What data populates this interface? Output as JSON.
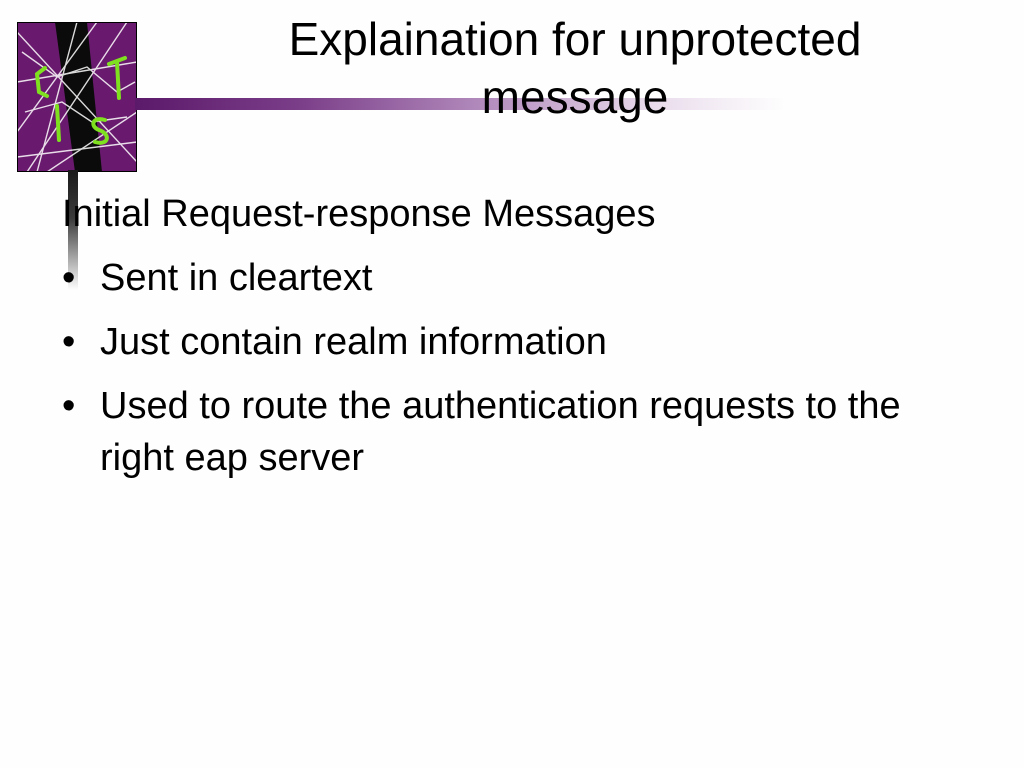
{
  "slide": {
    "title_lines": [
      "Explaination for unprotected",
      "message"
    ],
    "lead": "Initial Request-response Messages",
    "bullets": [
      "Sent in cleartext",
      "Just contain realm information",
      "Used to route the authentication requests to the right eap server"
    ],
    "bullet_glyph": "•"
  },
  "logo": {
    "letters": [
      "C",
      "I",
      "S",
      "T"
    ],
    "colors": {
      "background": "#6a1a6e",
      "letters": "#7fe020",
      "cracks": "#ffffff",
      "frame": "#000000"
    }
  },
  "colors": {
    "accent_bar": "#5c1a6a",
    "text": "#000000"
  }
}
